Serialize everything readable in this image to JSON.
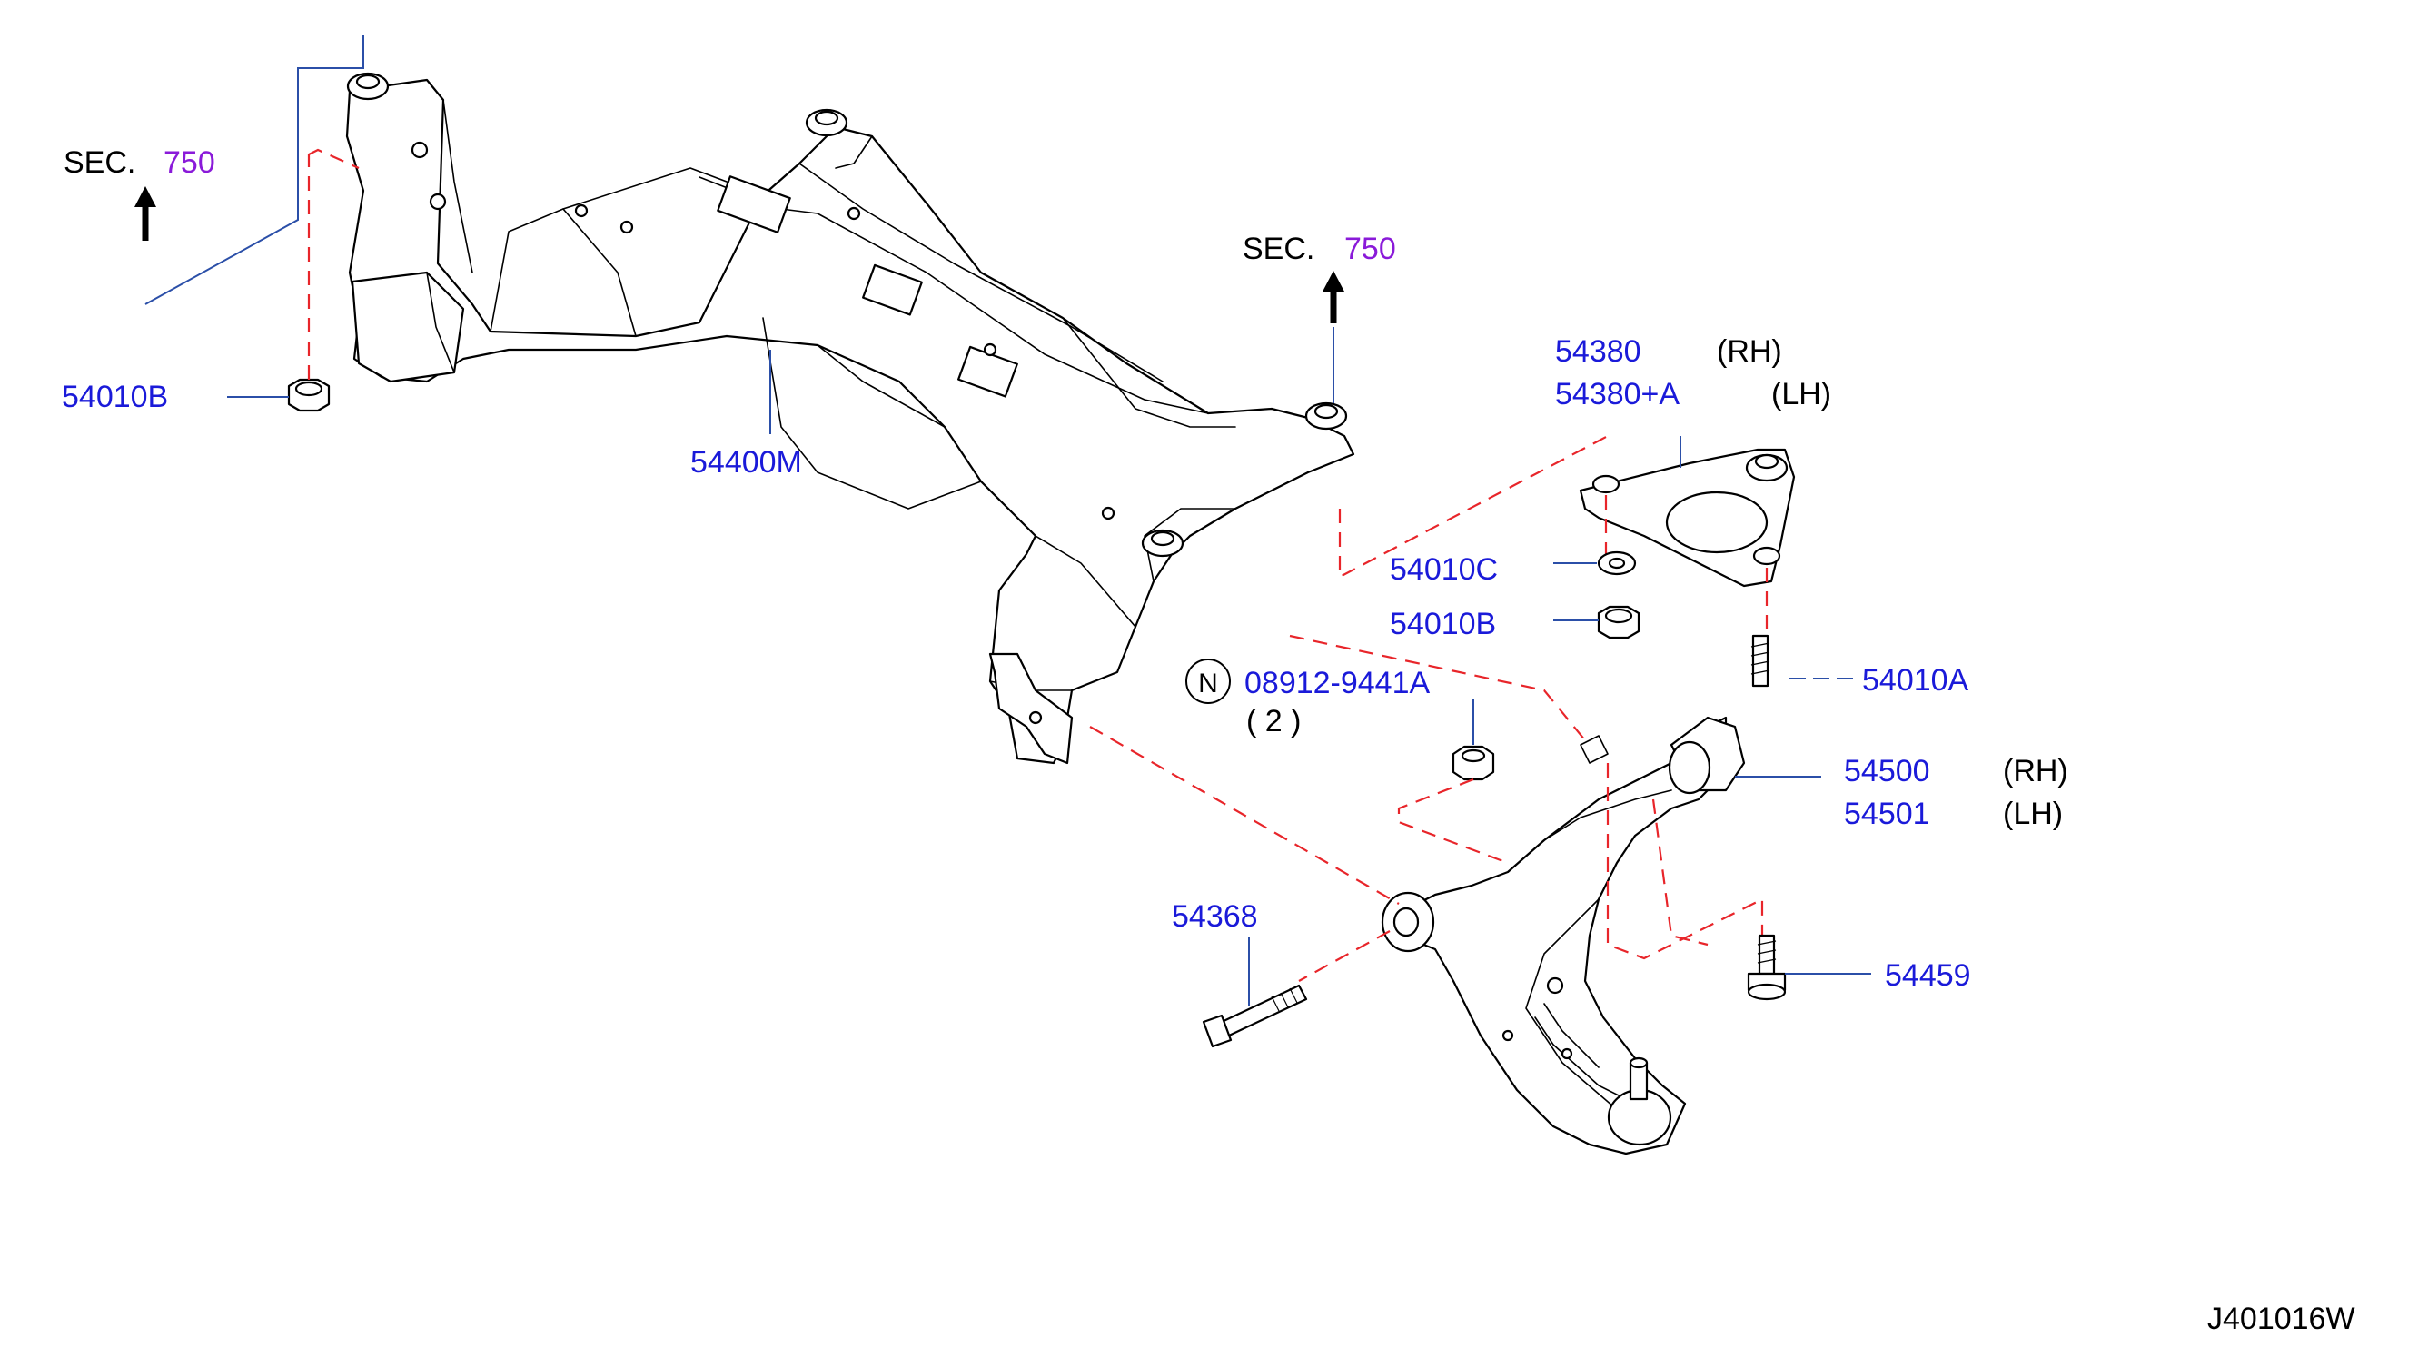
{
  "diagram": {
    "code": "J401016W",
    "sec_refs": [
      {
        "prefix": "SEC.",
        "number": "750"
      },
      {
        "prefix": "SEC.",
        "number": "750"
      }
    ],
    "parts": {
      "p54010B_left": "54010B",
      "p54400M": "54400M",
      "p54380": "54380",
      "p54380_rh": "(RH)",
      "p54380A": "54380+A",
      "p54380A_lh": "(LH)",
      "p54010C": "54010C",
      "p54010B_right": "54010B",
      "p54010A": "54010A",
      "p08912": "08912-9441A",
      "p08912_qty": "( 2 )",
      "p54500": "54500",
      "p54500_rh": "(RH)",
      "p54501": "54501",
      "p54501_lh": "(LH)",
      "p54368": "54368",
      "p54459": "54459"
    },
    "colors": {
      "part_number": "#1a1ad9",
      "sec_number": "#8a1ad9",
      "leader": "#2b4fa8",
      "dashed_line": "#e8252a",
      "outline": "#000000"
    },
    "icons": [
      "arrow-up-icon",
      "nut-icon",
      "washer-icon",
      "bolt-icon",
      "stud-icon"
    ]
  }
}
